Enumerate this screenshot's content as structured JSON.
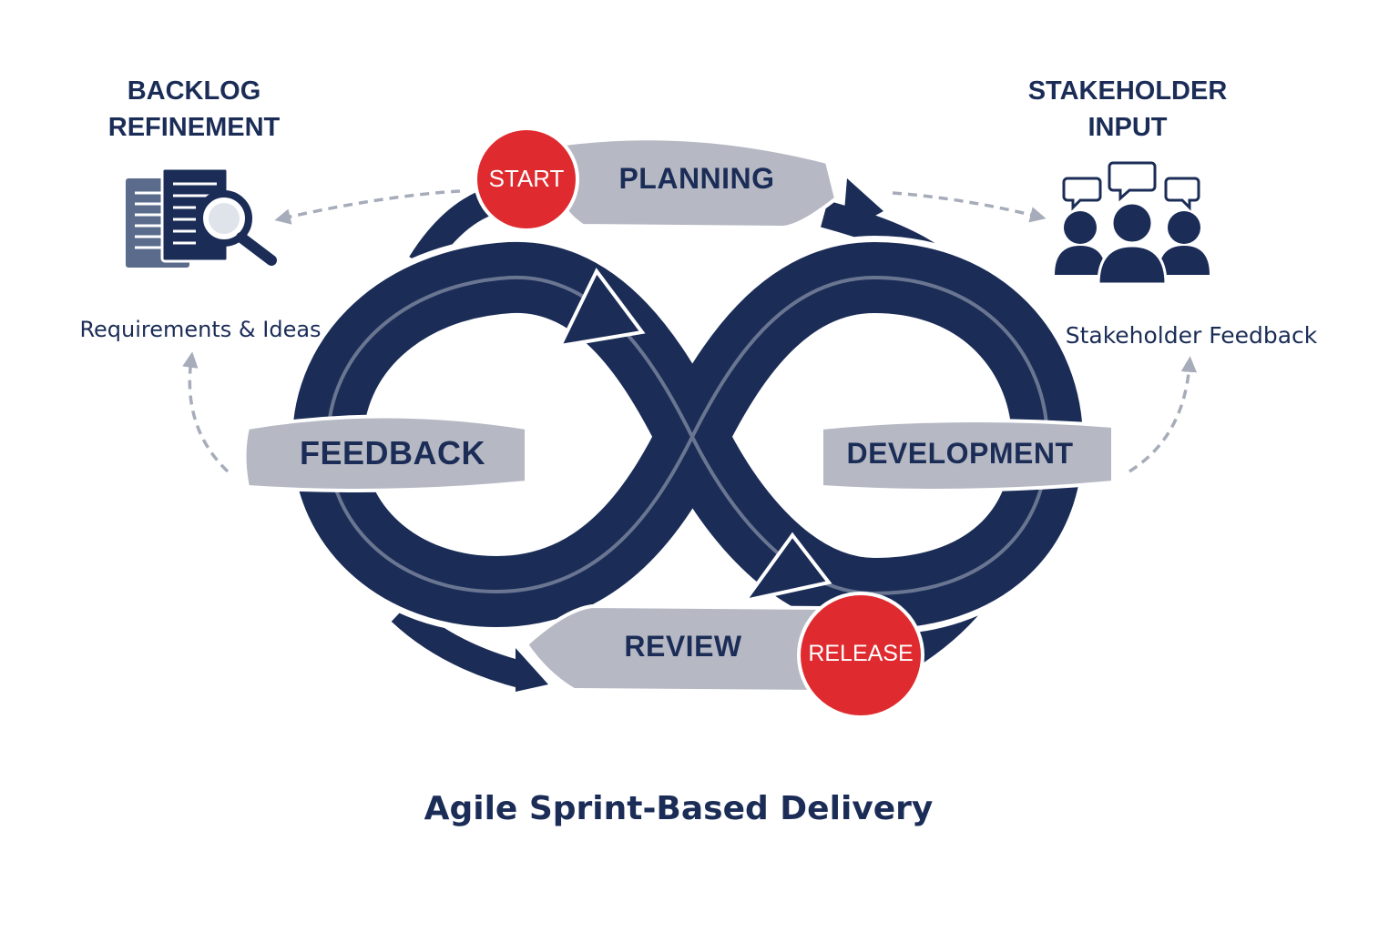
{
  "caption": "Agile Sprint-Based Delivery",
  "backlog": {
    "title_line1": "BACKLOG",
    "title_line2": "REFINEMENT",
    "subtitle": "Requirements & Ideas",
    "icon": "document-search-icon"
  },
  "stakeholder": {
    "title_line1": "STAKEHOLDER",
    "title_line2": "INPUT",
    "subtitle": "Stakeholder Feedback",
    "icon": "people-chat-icon"
  },
  "phases": {
    "planning": "PLANNING",
    "development": "DEVELOPMENT",
    "review": "REVIEW",
    "feedback": "FEEDBACK"
  },
  "badges": {
    "start": "START",
    "release": "RELEASE"
  },
  "colors": {
    "navy": "#1b2d57",
    "banner_gray": "#b6b9c4",
    "badge_red": "#df2b2f",
    "dashed_arrow": "#a6acb9"
  }
}
